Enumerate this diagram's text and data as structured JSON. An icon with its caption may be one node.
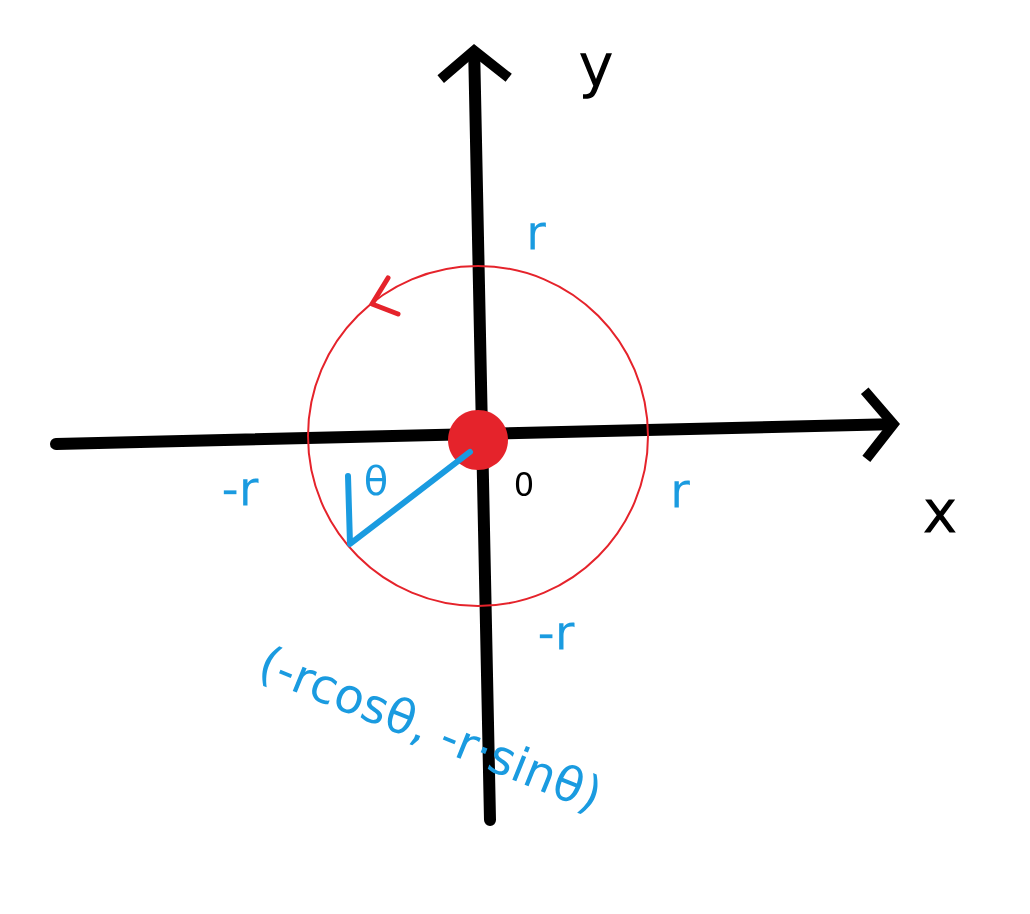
{
  "diagram": {
    "labels": [
      "y",
      "r",
      "-r",
      "θ",
      "0",
      "r",
      "x",
      "-r",
      "(-rcosθ, -r·sinθ)"
    ]
  }
}
